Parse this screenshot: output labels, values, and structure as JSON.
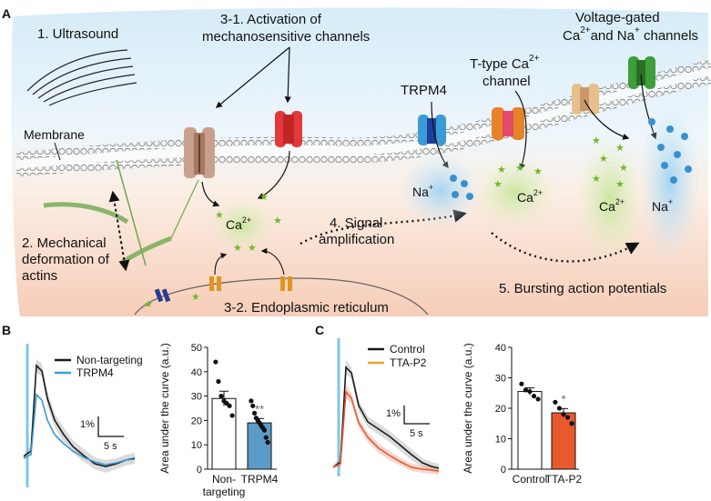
{
  "panel_a": {
    "letter": "A",
    "step1": "1. Ultrasound",
    "step31_line1": "3-1. Activation of",
    "step31_line2": "mechanosensitive channels",
    "membrane": "Membrane",
    "step2_line1": "2. Mechanical",
    "step2_line2": "deformation of",
    "step2_line3": "actins",
    "ca_center": "Ca",
    "ca_sup": "2+",
    "step32": "3-2. Endoplasmic reticulum",
    "step4_line1": "4. Signal",
    "step4_line2": "amplification",
    "trpm4": "TRPM4",
    "na_left": "Na",
    "na_sup": "+",
    "ttype_line1": "T-type Ca",
    "ttype_sup": "2+",
    "ttype_line2": "channel",
    "ca_t": "Ca",
    "ca_t_sup": "2+",
    "vg_line1": "Voltage-gated",
    "vg_line2a": "Ca",
    "vg_line2_sup1": "2+",
    "vg_line2b": "and Na",
    "vg_line2_sup2": "+",
    "vg_line2c": " channels",
    "ca_vg": "Ca",
    "ca_vg_sup": "2+",
    "na_vg": "Na",
    "na_vg_sup": "+",
    "step5": "5. Bursting action potentials"
  },
  "panel_b": {
    "letter": "B",
    "legend": [
      "Non-targeting",
      "TRPM4"
    ],
    "scale_y": "1%",
    "scale_x": "5 s",
    "colors": {
      "control": "#1a1a1a",
      "treated": "#3a9bd5"
    }
  },
  "panel_c": {
    "letter": "C",
    "legend": [
      "Control",
      "TTA-P2"
    ],
    "scale_y": "1%",
    "scale_x": "5 s",
    "colors": {
      "control": "#1a1a1a",
      "treated": "#e85a2e"
    }
  },
  "chart_data": [
    {
      "type": "bar",
      "ylabel": "Area under the curve (a.u.)",
      "ylim": [
        0,
        50
      ],
      "yticks": [
        0,
        10,
        20,
        30,
        40,
        50
      ],
      "categories": [
        "Non-targeting",
        "TRPM4"
      ],
      "category_lines": [
        [
          "Non-",
          "targeting"
        ],
        [
          "TRPM4"
        ]
      ],
      "values": [
        29,
        19
      ],
      "sem": [
        3,
        1.8
      ],
      "colors": [
        "#ffffff",
        "#5b9bc8"
      ],
      "significance": [
        "",
        "**"
      ],
      "points": [
        [
          44,
          36,
          30,
          28,
          27,
          26,
          22
        ],
        [
          28,
          26,
          23,
          21,
          20,
          19,
          18,
          17,
          16,
          13,
          11
        ]
      ]
    },
    {
      "type": "bar",
      "ylabel": "Area under the curve (a.u.)",
      "ylim": [
        0,
        40
      ],
      "yticks": [
        0,
        10,
        20,
        30,
        40
      ],
      "categories": [
        "Control",
        "TTA-P2"
      ],
      "category_lines": [
        [
          "Control"
        ],
        [
          "TTA-P2"
        ]
      ],
      "values": [
        25.5,
        18.5
      ],
      "sem": [
        1.2,
        1.4
      ],
      "colors": [
        "#ffffff",
        "#e85a2e"
      ],
      "significance": [
        "",
        "*"
      ],
      "points": [
        [
          28,
          26,
          25.5,
          24,
          23
        ],
        [
          22,
          20,
          18,
          17,
          15
        ]
      ]
    }
  ]
}
